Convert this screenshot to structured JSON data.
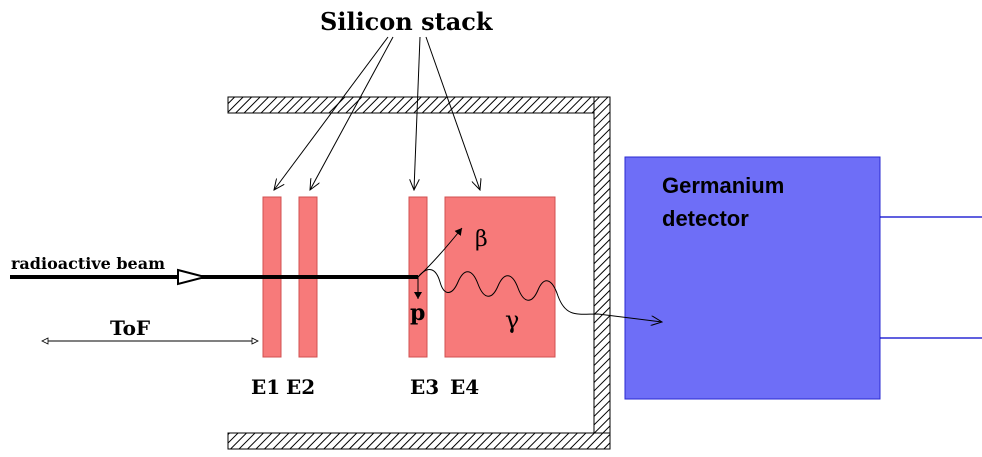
{
  "labels": {
    "silicon_stack": "Silicon stack",
    "beam": "radioactive beam",
    "tof": "ToF",
    "e1": "E1",
    "e2": "E2",
    "e3": "E3",
    "e4": "E4",
    "beta": "β",
    "proton": "p",
    "gamma": "γ",
    "germanium_line1": "Germanium",
    "germanium_line2": "detector"
  },
  "colors": {
    "silicon": "#f77a7a",
    "germanium": "#6e6ef7",
    "ink": "#000000",
    "wire": "#0000cc"
  }
}
